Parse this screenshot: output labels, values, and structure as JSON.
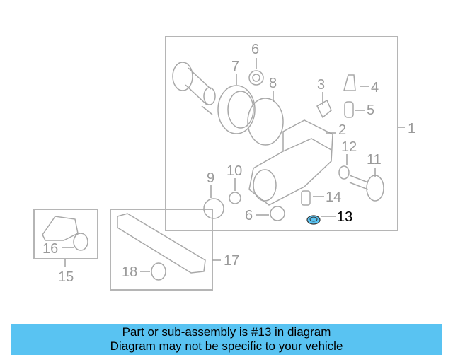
{
  "diagram": {
    "highlighted_part": "13",
    "highlight_color": "#59c3f2",
    "callouts": {
      "p1": "1",
      "p2": "2",
      "p3": "3",
      "p4": "4",
      "p5": "5",
      "p6a": "6",
      "p6b": "6",
      "p7": "7",
      "p8": "8",
      "p9": "9",
      "p10": "10",
      "p11": "11",
      "p12": "12",
      "p13": "13",
      "p14": "14",
      "p15": "15",
      "p16": "16",
      "p17": "17",
      "p18": "18"
    }
  },
  "banner": {
    "line1": "Part or sub-assembly is #13 in diagram",
    "line2": "Diagram may not be specific to your vehicle",
    "background": "#59c3f2"
  }
}
